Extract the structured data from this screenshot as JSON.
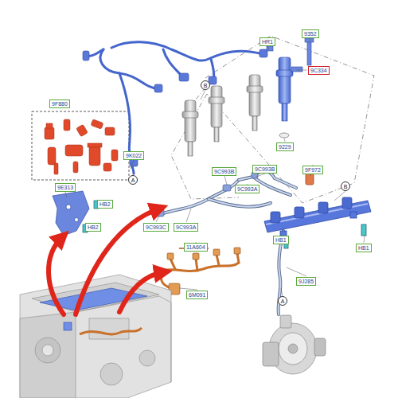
{
  "diagram": {
    "nodes": [
      {
        "text": [
          "9352"
        ]
      },
      {
        "text": [
          "HR1"
        ]
      },
      {
        "text": [
          "9C334"
        ]
      },
      {
        "text": [
          "B"
        ]
      },
      {
        "text": [
          "9F880"
        ]
      },
      {
        "text": [
          "9229"
        ]
      },
      {
        "text": [
          "9K022"
        ]
      },
      {
        "text": [
          "9C993B"
        ]
      },
      {
        "text": [
          "9C993B"
        ]
      },
      {
        "text": [
          "9F972"
        ]
      },
      {
        "text": [
          "A"
        ]
      },
      {
        "text": [
          "B"
        ]
      },
      {
        "text": [
          "9E313"
        ]
      },
      {
        "text": [
          "9C993A"
        ]
      },
      {
        "text": [
          "HB2"
        ]
      },
      {
        "text": [
          "HB2"
        ]
      },
      {
        "text": [
          "9C993C"
        ]
      },
      {
        "text": [
          "9C993A"
        ]
      },
      {
        "text": [
          "HB1"
        ]
      },
      {
        "text": [
          "HB1"
        ]
      },
      {
        "text": [
          "11A604"
        ]
      },
      {
        "text": [
          "9J285"
        ]
      },
      {
        "text": [
          "6M091"
        ]
      },
      {
        "text": [
          "A"
        ]
      }
    ]
  }
}
